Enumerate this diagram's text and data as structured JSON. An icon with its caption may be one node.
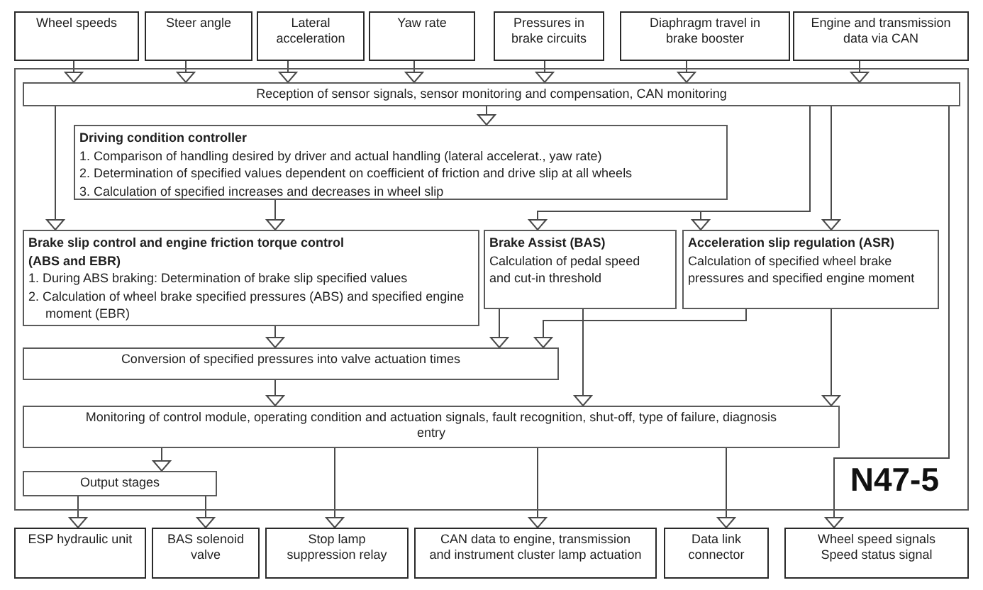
{
  "diagram": {
    "nodes": [
      {
        "text": [
          "Wheel speeds"
        ]
      },
      {
        "text": [
          "Steer angle"
        ]
      },
      {
        "text": [
          "Lateral acceleration"
        ]
      },
      {
        "text": [
          "Yaw rate"
        ]
      },
      {
        "text": [
          "Pressures in brake circuits"
        ]
      },
      {
        "text": [
          "Diaphragm travel in brake booster"
        ]
      },
      {
        "text": [
          "Engine and transmission data via CAN"
        ]
      },
      {
        "text": [
          "N47-5"
        ]
      },
      {
        "text": [
          "Reception of sensor signals, sensor monitoring and compensation, CAN monitoring"
        ],
        "in": 7
      },
      {
        "text": [
          "Driving condition controller",
          "1. Comparison of handling desired by driver and actual handling (lateral accelerat., yaw rate)",
          "2. Determination of specified values dependent on coefficient of friction and drive slip at all wheels",
          "3. Calculation of specified increases and decreases in wheel slip"
        ],
        "in": 7
      },
      {
        "text": [
          "Brake slip control and engine friction torque control (ABS and EBR)",
          "1. During ABS braking: Determination of brake slip specified values",
          "2. Calculation of wheel brake specified pressures (ABS) and specified engine moment (EBR)"
        ],
        "in": 7
      },
      {
        "text": [
          "Brake Assist (BAS)",
          "Calculation of pedal speed and cut-in threshold"
        ],
        "in": 7
      },
      {
        "text": [
          "Acceleration slip regulation (ASR)",
          "Calculation of specified wheel brake pressures and specified engine moment"
        ],
        "in": 7
      },
      {
        "text": [
          "Conversion of specified pressures into valve actuation times"
        ],
        "in": 7
      },
      {
        "text": [
          "Monitoring of control module, operating condition and actuation signals, fault recognition, shut-off, type of failure, diagnosis entry"
        ],
        "in": 7
      },
      {
        "text": [
          "Output stages"
        ],
        "in": 7
      },
      {
        "text": [
          "ESP hydraulic unit"
        ]
      },
      {
        "text": [
          "BAS solenoid valve"
        ]
      },
      {
        "text": [
          "Stop lamp suppression relay"
        ]
      },
      {
        "text": [
          "CAN data to engine, transmission and instrument cluster lamp actuation"
        ]
      },
      {
        "text": [
          "Data link connector"
        ]
      },
      {
        "text": [
          "Wheel speed signals",
          "Speed status signal"
        ]
      }
    ],
    "edges": [
      {
        "from": 0,
        "to": 8,
        "arrow": "to"
      },
      {
        "from": 1,
        "to": 8,
        "arrow": "to"
      },
      {
        "from": 2,
        "to": 8,
        "arrow": "to"
      },
      {
        "from": 3,
        "to": 8,
        "arrow": "to"
      },
      {
        "from": 4,
        "to": 8,
        "arrow": "to"
      },
      {
        "from": 5,
        "to": 8,
        "arrow": "to"
      },
      {
        "from": 6,
        "to": 8,
        "arrow": "to"
      },
      {
        "from": 8,
        "to": 9,
        "arrow": "to"
      },
      {
        "from": 8,
        "to": 10,
        "arrow": "to"
      },
      {
        "from": 8,
        "to": 11,
        "arrow": "to"
      },
      {
        "from": 8,
        "to": 12,
        "arrow": "to"
      },
      {
        "from": 8,
        "to": 12,
        "arrow": "to"
      },
      {
        "from": 8,
        "to": 21,
        "arrow": "to"
      },
      {
        "from": 9,
        "to": 10,
        "arrow": "to"
      },
      {
        "from": 10,
        "to": 13,
        "arrow": "to"
      },
      {
        "from": 11,
        "to": 13,
        "arrow": "to"
      },
      {
        "from": 12,
        "to": 13,
        "arrow": "to"
      },
      {
        "from": 11,
        "to": 14,
        "arrow": "to"
      },
      {
        "from": 12,
        "to": 14,
        "arrow": "to"
      },
      {
        "from": 13,
        "to": 14,
        "arrow": "to"
      },
      {
        "from": 14,
        "to": 15,
        "arrow": "to"
      },
      {
        "from": 14,
        "to": 18,
        "arrow": "to"
      },
      {
        "from": 14,
        "to": 19,
        "arrow": "to"
      },
      {
        "from": 14,
        "to": 20,
        "arrow": "to"
      },
      {
        "from": 15,
        "to": 16,
        "arrow": "to"
      },
      {
        "from": 15,
        "to": 17,
        "arrow": "to"
      }
    ]
  }
}
